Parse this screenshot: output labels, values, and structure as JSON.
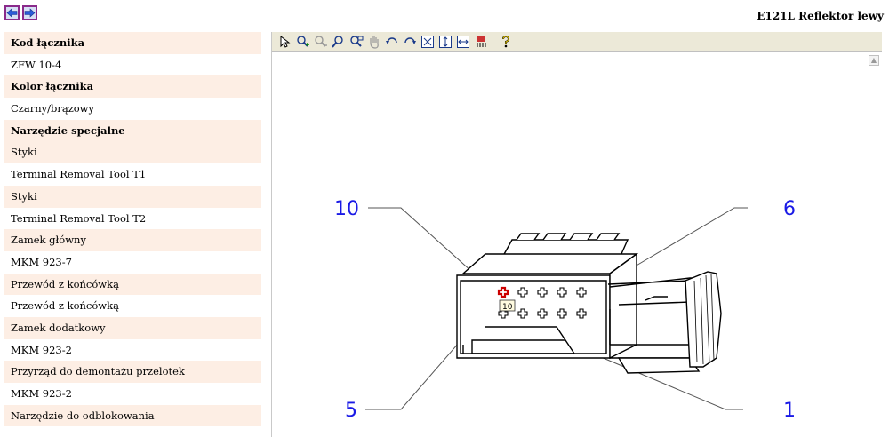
{
  "nav": {
    "back_icon": "arrow-left-icon",
    "forward_icon": "arrow-right-icon"
  },
  "page_title": "E121L Reflektor lewy",
  "left_panel": {
    "rows": [
      {
        "text": "Kod łącznika",
        "kind": "header"
      },
      {
        "text": "ZFW 10-4",
        "kind": "value"
      },
      {
        "text": "Kolor łącznika",
        "kind": "header"
      },
      {
        "text": "Czarny/brązowy",
        "kind": "value"
      },
      {
        "text": "Narzędzie specjalne",
        "kind": "header"
      },
      {
        "text": "Styki",
        "kind": "shade"
      },
      {
        "text": "Terminal Removal Tool T1",
        "kind": "value"
      },
      {
        "text": "Styki",
        "kind": "shade"
      },
      {
        "text": "Terminal Removal Tool T2",
        "kind": "value"
      },
      {
        "text": "Zamek główny",
        "kind": "shade"
      },
      {
        "text": "MKM 923-7",
        "kind": "value"
      },
      {
        "text": "Przewód z końcówką",
        "kind": "shade"
      },
      {
        "text": "Przewód z końcówką",
        "kind": "value"
      },
      {
        "text": "Zamek dodatkowy",
        "kind": "shade"
      },
      {
        "text": "MKM 923-2",
        "kind": "value"
      },
      {
        "text": "Przyrząd do demontażu przelotek",
        "kind": "shade"
      },
      {
        "text": "MKM 923-2",
        "kind": "value"
      },
      {
        "text": "Narzędzie do odblokowania",
        "kind": "shade"
      }
    ]
  },
  "toolbar": {
    "tools": [
      "select-arrow-icon",
      "zoom-in-icon",
      "zoom-out-icon",
      "zoom-icon",
      "zoom-window-icon",
      "pan-hand-icon",
      "rotate-left-icon",
      "rotate-right-icon",
      "fit-all-icon",
      "fit-height-icon",
      "fit-width-icon",
      "highlight-icon",
      "help-icon"
    ]
  },
  "diagram": {
    "callouts": {
      "c10": "10",
      "c6": "6",
      "c5": "5",
      "c1": "1"
    },
    "pin_tag": "10",
    "callout_color": "#1a1ae6",
    "highlight_color": "#cc0000"
  }
}
